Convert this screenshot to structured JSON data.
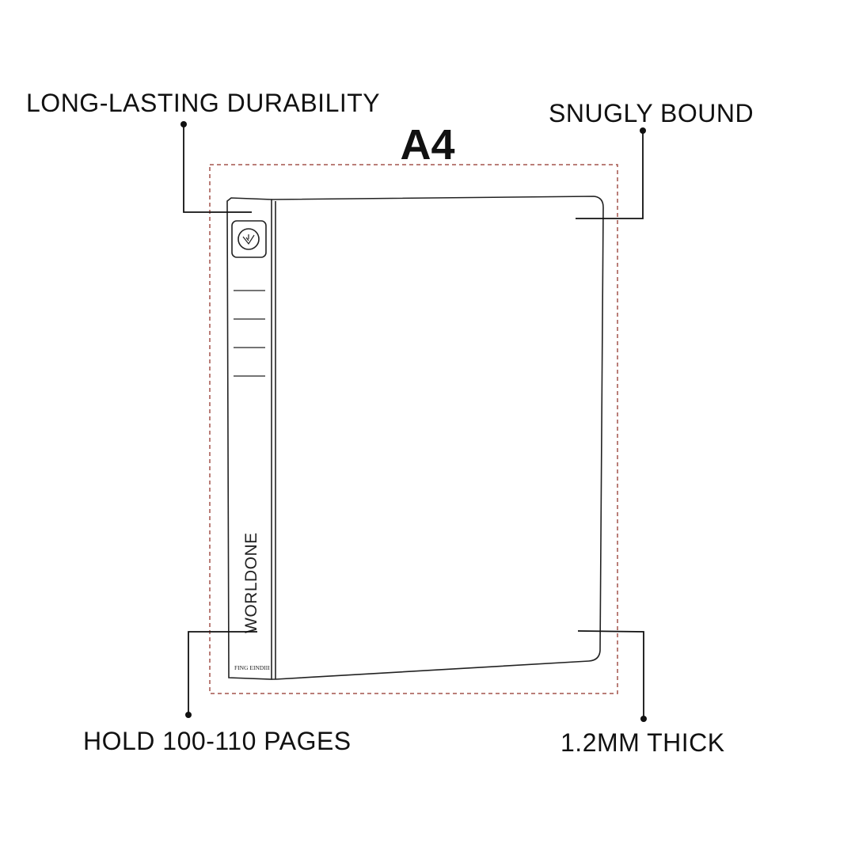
{
  "title": "A4",
  "callouts": {
    "top_left": "LONG-LASTING DURABILITY",
    "top_right": "SNUGLY BOUND",
    "bottom_left": "HOLD 100-110 PAGES",
    "bottom_right": "1.2MM THICK"
  },
  "binder": {
    "brand": "WORLDONE",
    "spine_small_text": "FING EINDIII"
  },
  "colors": {
    "dashed_outline": "#a4534c",
    "line": "#222222"
  }
}
